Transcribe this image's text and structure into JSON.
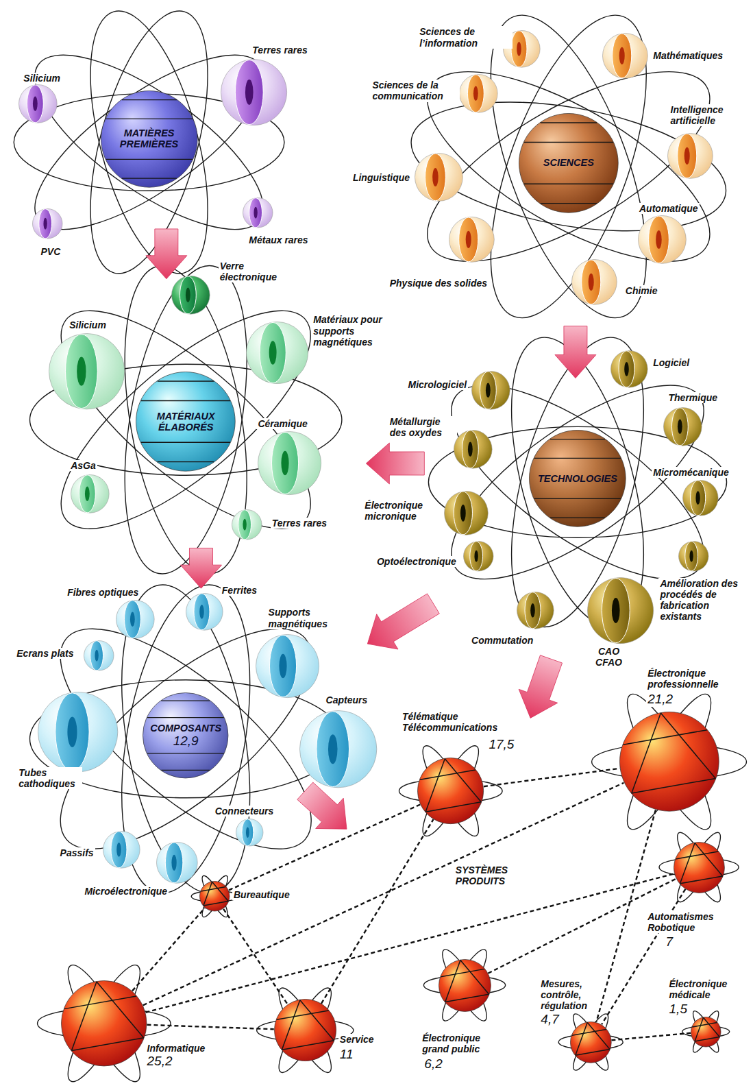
{
  "diagram": {
    "nodes": [
      {
        "text": [
          "MATIÈRES PREMIÈRES"
        ]
      },
      {
        "text": [
          "Silicium"
        ]
      },
      {
        "text": [
          "Terres rares"
        ]
      },
      {
        "text": [
          "PVC"
        ]
      },
      {
        "text": [
          "Métaux rares"
        ]
      },
      {
        "text": [
          "SCIENCES"
        ]
      },
      {
        "text": [
          "Sciences de l’information"
        ]
      },
      {
        "text": [
          "Mathématiques"
        ]
      },
      {
        "text": [
          "Sciences de la communication"
        ]
      },
      {
        "text": [
          "Intelligence artificielle"
        ]
      },
      {
        "text": [
          "Linguistique"
        ]
      },
      {
        "text": [
          "Automatique"
        ]
      },
      {
        "text": [
          "Physique des solides"
        ]
      },
      {
        "text": [
          "Chimie"
        ]
      },
      {
        "text": [
          "MATÉRIAUX ÉLABORÉS"
        ]
      },
      {
        "text": [
          "Verre électronique"
        ]
      },
      {
        "text": [
          "Silicium"
        ]
      },
      {
        "text": [
          "Matériaux pour supports magnétiques"
        ]
      },
      {
        "text": [
          "Céramique"
        ]
      },
      {
        "text": [
          "AsGa"
        ]
      },
      {
        "text": [
          "Terres rares"
        ]
      },
      {
        "text": [
          "TECHNOLOGIES"
        ]
      },
      {
        "text": [
          "Logiciel"
        ]
      },
      {
        "text": [
          "Micrologiciel"
        ]
      },
      {
        "text": [
          "Thermique"
        ]
      },
      {
        "text": [
          "Métallurgie des oxydes"
        ]
      },
      {
        "text": [
          "Micromécanique"
        ]
      },
      {
        "text": [
          "Électronique micronique"
        ]
      },
      {
        "text": [
          "Optoélectronique"
        ]
      },
      {
        "text": [
          "Amélioration des procédés de fabrication existants"
        ]
      },
      {
        "text": [
          "Commutation"
        ]
      },
      {
        "text": [
          "CAO CFAO"
        ]
      },
      {
        "text": [
          "COMPOSANTS",
          "12,9"
        ]
      },
      {
        "text": [
          "Fibres optiques"
        ]
      },
      {
        "text": [
          "Ferrites"
        ]
      },
      {
        "text": [
          "Supports magnétiques"
        ]
      },
      {
        "text": [
          "Ecrans plats"
        ]
      },
      {
        "text": [
          "Capteurs"
        ]
      },
      {
        "text": [
          "Tubes cathodiques"
        ]
      },
      {
        "text": [
          "Connecteurs"
        ]
      },
      {
        "text": [
          "Passifs"
        ]
      },
      {
        "text": [
          "Microélectronique"
        ]
      },
      {
        "text": [
          "Télématique Télécommunications",
          "17,5"
        ]
      },
      {
        "text": [
          "Électronique professionnelle",
          "21,2"
        ]
      },
      {
        "text": [
          "Bureautique"
        ]
      },
      {
        "text": [
          "Automatismes Robotique",
          "7"
        ]
      },
      {
        "text": [
          "Électronique grand public",
          "6,2"
        ]
      },
      {
        "text": [
          "Mesures, contrôle, régulation",
          "4,7"
        ]
      },
      {
        "text": [
          "Électronique médicale",
          "1,5"
        ]
      },
      {
        "text": [
          "Informatique",
          "25,2"
        ]
      },
      {
        "text": [
          "Service",
          "11"
        ]
      }
    ],
    "edges": [
      {
        "from": 42,
        "to": 43,
        "arrow": "none"
      },
      {
        "from": 44,
        "to": 42,
        "arrow": "none"
      },
      {
        "from": 49,
        "to": 44,
        "arrow": "none"
      },
      {
        "from": 44,
        "to": 50,
        "arrow": "none"
      },
      {
        "from": 49,
        "to": 50,
        "arrow": "none"
      },
      {
        "from": 50,
        "to": 42,
        "arrow": "none"
      },
      {
        "from": 49,
        "to": 43,
        "arrow": "none"
      },
      {
        "from": 49,
        "to": 45,
        "arrow": "none"
      },
      {
        "from": 46,
        "to": 45,
        "arrow": "none"
      },
      {
        "from": 43,
        "to": 47,
        "arrow": "none"
      },
      {
        "from": 45,
        "to": 47,
        "arrow": "none"
      },
      {
        "from": 47,
        "to": 48,
        "arrow": "none"
      }
    ],
    "labels": [
      "SYSTÈMES PRODUITS"
    ]
  }
}
